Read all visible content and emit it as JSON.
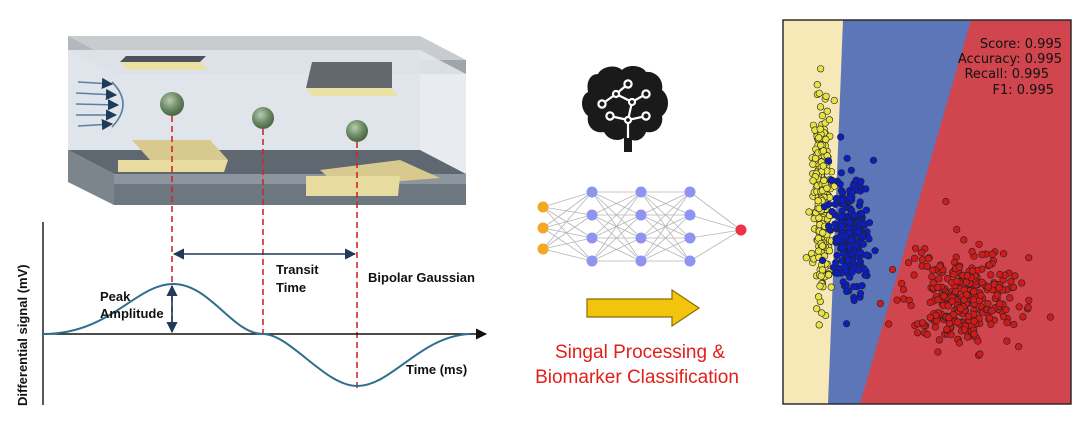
{
  "signal": {
    "peak_amplitude": [
      "Peak",
      "Amplitude"
    ],
    "transit_time": [
      "Transit",
      "Time"
    ],
    "bipolar": "Bipolar Gaussian",
    "y_axis": "Differential signal (mV)",
    "x_axis": "Time (ms)"
  },
  "processing": {
    "caption_line1": "Singal Processing &",
    "caption_line2": "Biomarker Classification"
  },
  "classifier": {
    "metrics": [
      "Score: 0.995",
      "Accuracy: 0.995",
      "Recall: 0.995",
      "F1: 0.995"
    ]
  },
  "colors": {
    "region_yellow": "#f7e8b8",
    "region_blue": "#5c76b8",
    "region_red": "#d0454e",
    "points_yellow": "#e8e244",
    "points_blue": "#0b1ec4",
    "points_red": "#d11a1a",
    "caption": "#e0201b",
    "arrow": "#f2c40c",
    "nn_input": "#f5a623",
    "nn_hidden": "#8f93f2",
    "nn_output": "#ee3344"
  },
  "icons": [
    "flow-arrows-icon",
    "brain-circuit-icon",
    "right-arrow-icon"
  ]
}
